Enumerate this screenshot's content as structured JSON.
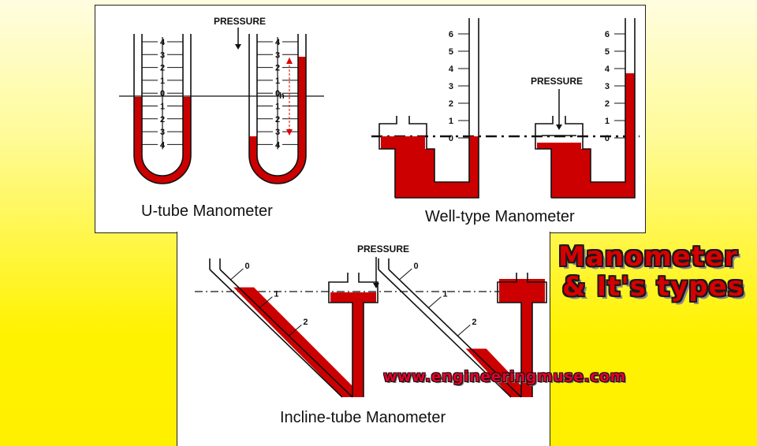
{
  "captions": {
    "utube": "U-tube Manometer",
    "well": "Well-type Manometer",
    "incline": "Incline-tube Manometer"
  },
  "pressure_label": "PRESSURE",
  "utube_scale": [
    "4",
    "3",
    "2",
    "1",
    "0",
    "1",
    "2",
    "3",
    "4"
  ],
  "utube_h_label": "h",
  "well_scale": [
    "6",
    "5",
    "4",
    "3",
    "2",
    "1",
    "0"
  ],
  "incline_scale": [
    "0",
    "1",
    "2"
  ],
  "brand": {
    "line1": "Manometer",
    "line2": "& It's types",
    "url": "www.engineeringmuse.com"
  },
  "colors": {
    "fluid": "#cc0000",
    "background_top": "#fffde0",
    "background_bottom": "#fff000",
    "brand_red": "#d80000"
  }
}
